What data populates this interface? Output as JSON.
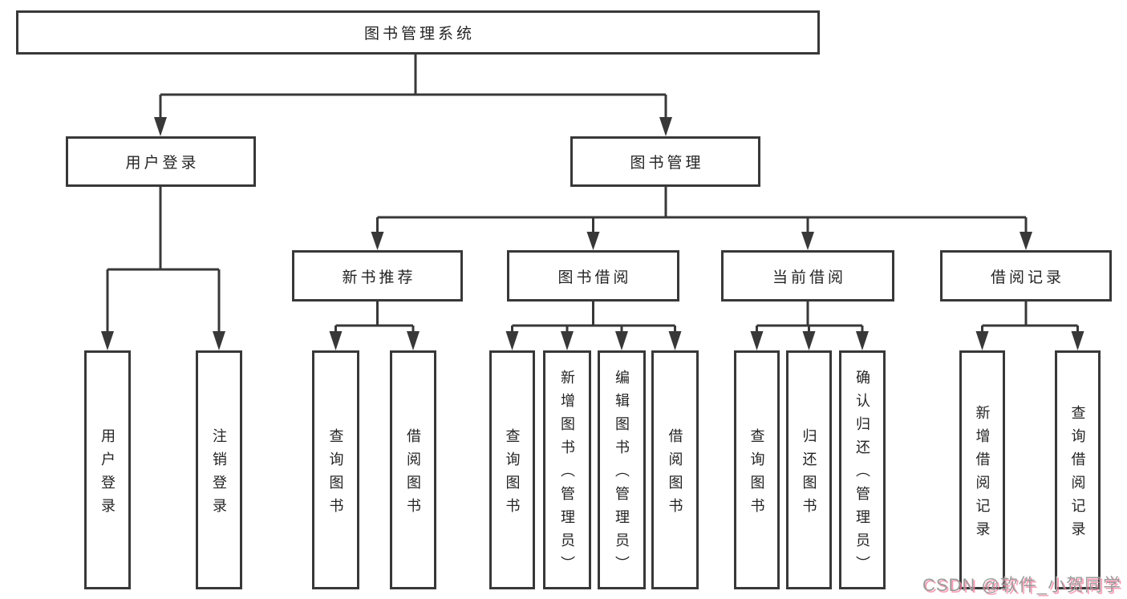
{
  "tree": {
    "root": "图书管理系统",
    "l2": {
      "login": "用户登录",
      "mgmt": "图书管理"
    },
    "l3": {
      "newbook": "新书推荐",
      "borrow": "图书借阅",
      "current": "当前借阅",
      "records": "借阅记录"
    },
    "leaves": {
      "login": [
        "用户登录",
        "注销登录"
      ],
      "newbook": [
        "查询图书",
        "借阅图书"
      ],
      "borrow": [
        "查询图书",
        "新增图书（管理员）",
        "编辑图书（管理员）",
        "借阅图书"
      ],
      "current": [
        "查询图书",
        "归还图书",
        "确认归还（管理员）"
      ],
      "records": [
        "新增借阅记录",
        "查询借阅记录"
      ]
    },
    "watermark": "CSDN @软件_小贺同学"
  }
}
